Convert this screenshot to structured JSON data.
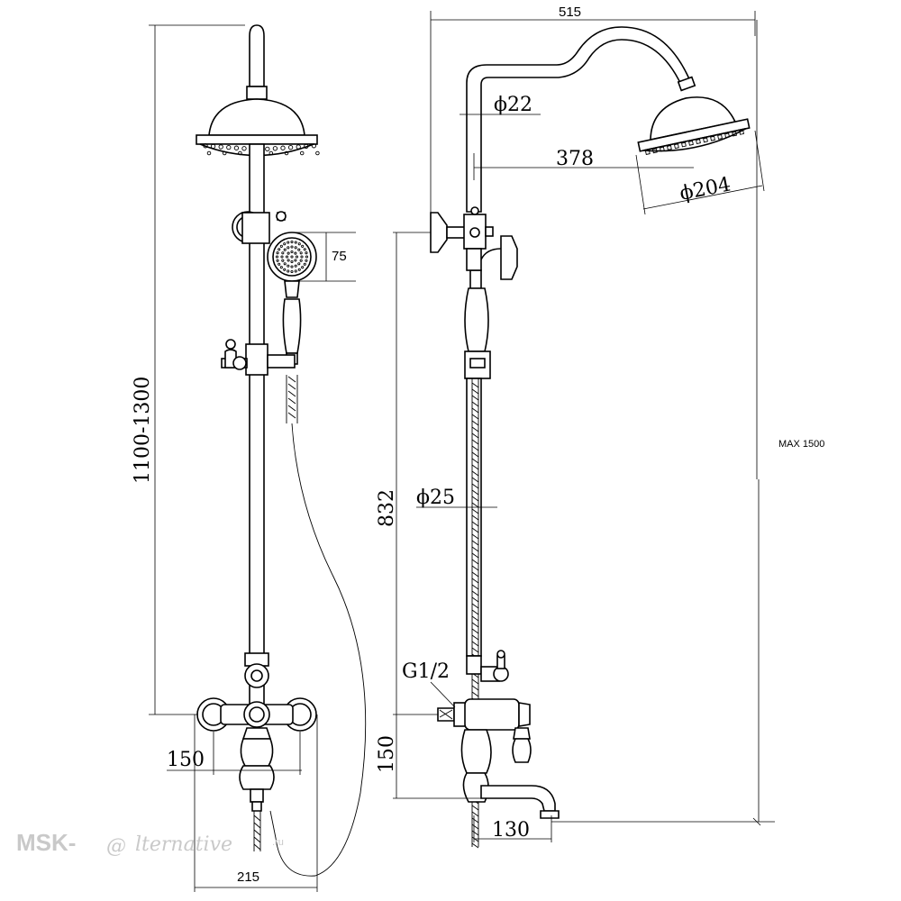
{
  "diagram": {
    "front_view": {
      "dim_height_range": "1100-1300",
      "dim_hand_shower": "75",
      "dim_valve_centers": "150",
      "dim_base_width": "215"
    },
    "side_view": {
      "dim_total_width": "515",
      "dim_upper_pipe": "ϕ22",
      "dim_arm_reach": "378",
      "dim_head_diameter": "ϕ204",
      "dim_rail_height": "832",
      "dim_lower_pipe": "ϕ25",
      "dim_inlet": "G1/2",
      "dim_spout_height": "150",
      "dim_spout_reach": "130",
      "dim_max_height": "MAX 1500"
    },
    "watermark": {
      "brand_left": "MSK-",
      "brand_symbol": "@",
      "brand_right": "lternative",
      "brand_tld": ".ru"
    }
  }
}
